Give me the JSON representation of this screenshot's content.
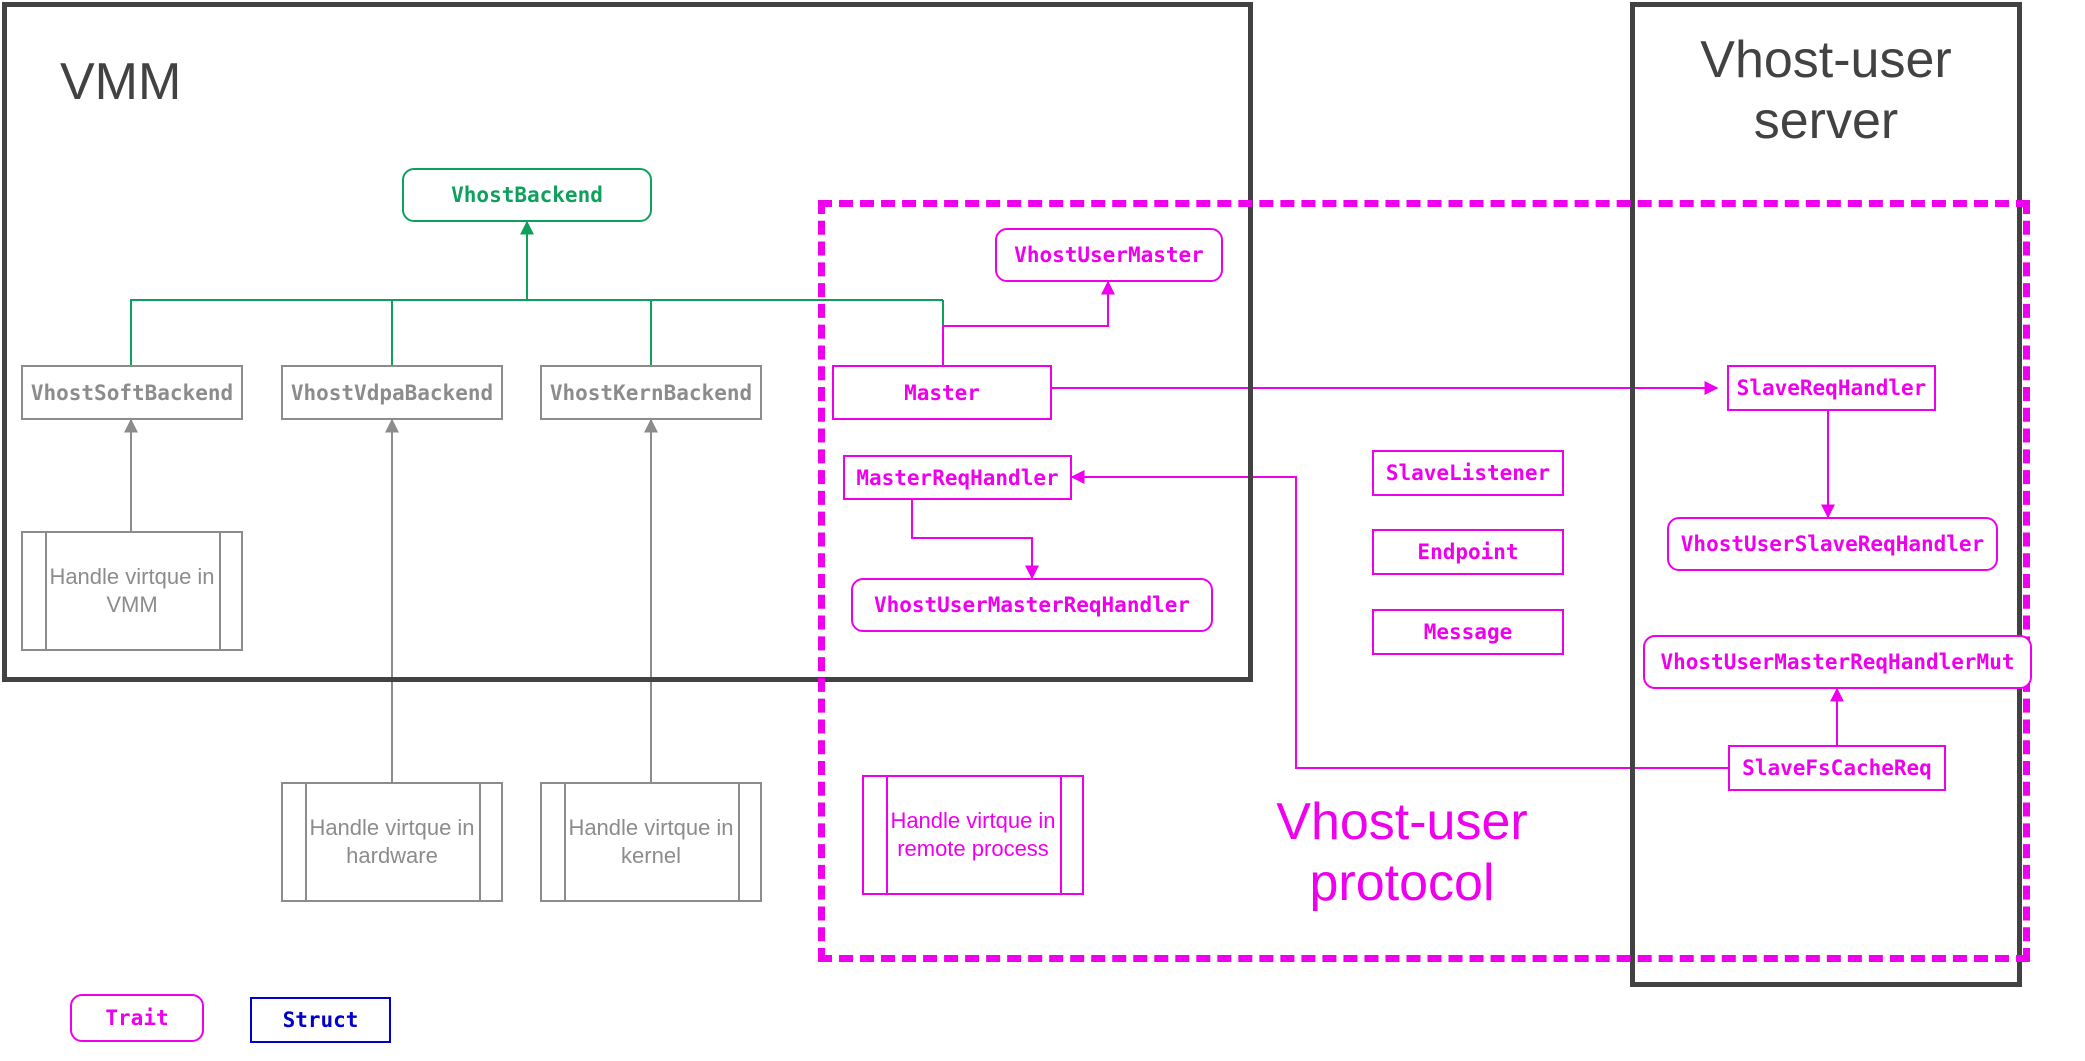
{
  "diagram": {
    "title": "vhost / vhost-user architecture",
    "colors": {
      "trait": "#EE00EE",
      "struct": "#0000CC",
      "backend_trait": "#0EA05C",
      "struct_gray": "#8C8C8C",
      "frame": "#424242",
      "background": "#ffffff"
    }
  },
  "frames": {
    "vmm": {
      "label": "VMM"
    },
    "server": {
      "label": "Vhost-user\nserver"
    },
    "protocol": {
      "label": "Vhost-user\nprotocol"
    }
  },
  "nodes": {
    "vhost_backend": {
      "label": "VhostBackend",
      "kind": "trait",
      "color": "green"
    },
    "vhost_soft": {
      "label": "VhostSoftBackend",
      "kind": "struct",
      "color": "gray"
    },
    "vhost_vdpa": {
      "label": "VhostVdpaBackend",
      "kind": "struct",
      "color": "gray"
    },
    "vhost_kern": {
      "label": "VhostKernBackend",
      "kind": "struct",
      "color": "gray"
    },
    "handle_vmm": {
      "label": "Handle virtque\nin VMM",
      "kind": "process",
      "color": "gray"
    },
    "handle_hw": {
      "label": "Handle virtque\nin hardware",
      "kind": "process",
      "color": "gray"
    },
    "handle_kernel": {
      "label": "Handle virtque\nin kernel",
      "kind": "process",
      "color": "gray"
    },
    "handle_remote": {
      "label": "Handle virtque\nin remote\nprocess",
      "kind": "process",
      "color": "magenta"
    },
    "vhost_user_master": {
      "label": "VhostUserMaster",
      "kind": "trait",
      "color": "magenta"
    },
    "master": {
      "label": "Master",
      "kind": "struct",
      "color": "magenta"
    },
    "master_req_handler": {
      "label": "MasterReqHandler",
      "kind": "struct",
      "color": "magenta"
    },
    "vhost_user_master_req_handler": {
      "label": "VhostUserMasterReqHandler",
      "kind": "trait",
      "color": "magenta"
    },
    "slave_listener": {
      "label": "SlaveListener",
      "kind": "struct",
      "color": "magenta"
    },
    "endpoint": {
      "label": "Endpoint",
      "kind": "struct",
      "color": "magenta"
    },
    "message": {
      "label": "Message",
      "kind": "struct",
      "color": "magenta"
    },
    "slave_req_handler": {
      "label": "SlaveReqHandler",
      "kind": "struct",
      "color": "magenta"
    },
    "vhost_user_slave_req_handler": {
      "label": "VhostUserSlaveReqHandler",
      "kind": "trait",
      "color": "magenta"
    },
    "vhost_user_master_req_handler_mut": {
      "label": "VhostUserMasterReqHandlerMut",
      "kind": "trait",
      "color": "magenta"
    },
    "slave_fs_cache_req": {
      "label": "SlaveFsCacheReq",
      "kind": "struct",
      "color": "magenta"
    }
  },
  "legend": {
    "trait": {
      "label": "Trait",
      "kind": "trait",
      "color": "magenta"
    },
    "struct": {
      "label": "Struct",
      "kind": "struct",
      "color": "blue"
    }
  }
}
